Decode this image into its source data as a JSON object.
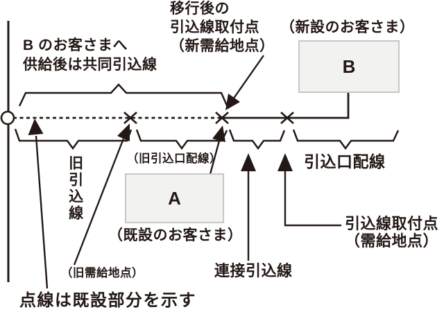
{
  "colors": {
    "ink": "#231815",
    "box_fill": "#f2f2f1",
    "box_border": "#c9c7c5",
    "background": "#ffffff"
  },
  "labels": {
    "b_customer_line1": "B のお客さまへ",
    "b_customer_line2": "供給後は共同引込線",
    "after_move_line1": "移行後の",
    "after_move_line2": "引込線取付点",
    "after_move_line3": "（新需給地点）",
    "new_customer": "（新設のお客さま）",
    "old_inlet_wiring": "（旧引込口配線）",
    "old_service_line_vertical": "旧引込線",
    "existing_customer": "（既設のお客さま）",
    "old_supply_point": "（旧需給地点）",
    "inlet_wiring": "引込口配線",
    "connecting_service_line": "連接引込線",
    "attach_point_line1": "引込線取付点",
    "attach_point_line2": "（需給地点）",
    "dotted_note": "点線は既設部分を示す"
  },
  "boxes": {
    "a_label": "A",
    "b_label": "B"
  }
}
